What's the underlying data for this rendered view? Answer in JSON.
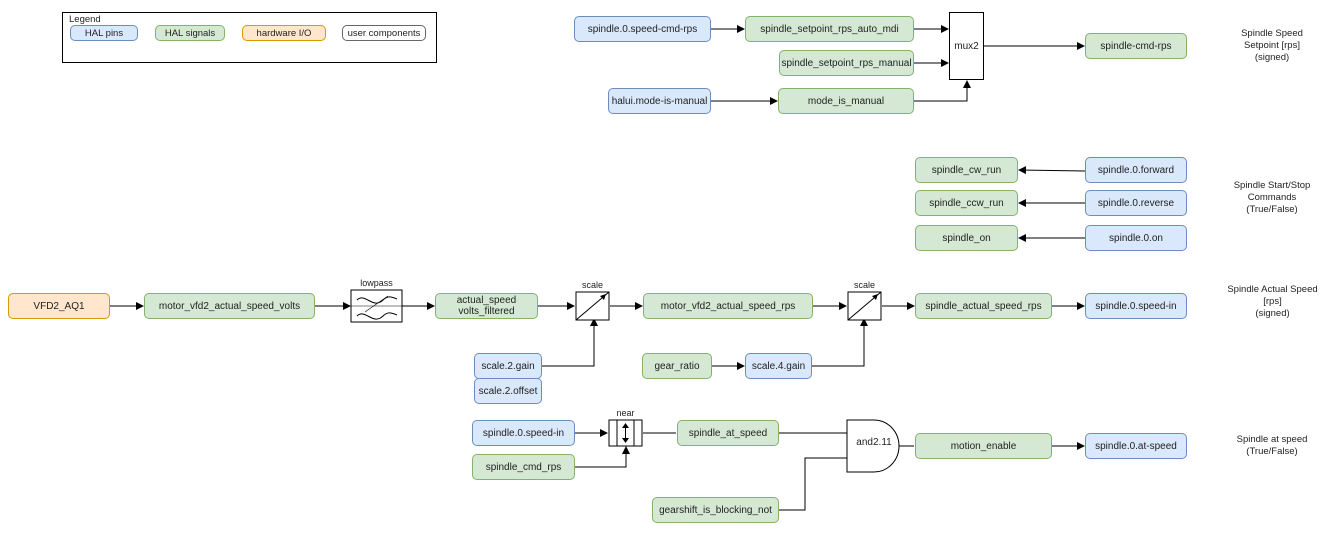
{
  "legend": {
    "title": "Legend",
    "items": [
      {
        "label": "HAL pins",
        "kind": "pin"
      },
      {
        "label": "HAL signals",
        "kind": "sig"
      },
      {
        "label": "hardware I/O",
        "kind": "hw"
      },
      {
        "label": "user components",
        "kind": "user"
      }
    ]
  },
  "nodes": {
    "speed_cmd_rps": "spindle.0.speed-cmd-rps",
    "setpoint_auto_mdi": "spindle_setpoint_rps_auto_mdi",
    "setpoint_manual": "spindle_setpoint_rps_manual",
    "halui_manual": "halui.mode-is-manual",
    "mode_is_manual": "mode_is_manual",
    "spindle_cmd_rps_out": "spindle-cmd-rps",
    "cw_run": "spindle_cw_run",
    "ccw_run": "spindle_ccw_run",
    "spindle_on": "spindle_on",
    "forward": "spindle.0.forward",
    "reverse": "spindle.0.reverse",
    "on": "spindle.0.on",
    "vfd2_aq1": "VFD2_AQ1",
    "motor_volts": "motor_vfd2_actual_speed_volts",
    "volts_filtered_1": "actual_speed",
    "volts_filtered_2": "volts_filtered",
    "motor_rps": "motor_vfd2_actual_speed_rps",
    "actual_speed_rps": "spindle_actual_speed_rps",
    "speed_in": "spindle.0.speed-in",
    "scale2_gain": "scale.2.gain",
    "scale2_offset": "scale.2.offset",
    "gear_ratio": "gear_ratio",
    "scale4_gain": "scale.4.gain",
    "speed_in_2": "spindle.0.speed-in",
    "cmd_rps": "spindle_cmd_rps",
    "at_speed_sig": "spindle_at_speed",
    "gearshift": "gearshift_is_blocking_not",
    "motion_enable": "motion_enable",
    "at_speed_pin": "spindle.0.at-speed"
  },
  "blocks": {
    "mux2": "mux2",
    "lowpass": "lowpass",
    "scale1": "scale",
    "scale2": "scale",
    "near": "near",
    "and2": "and2.11"
  },
  "side_labels": {
    "setpoint": "Spindle Speed\nSetpoint [rps]\n(signed)",
    "startstop": "Spindle Start/Stop\nCommands\n(True/False)",
    "actual": "Spindle Actual Speed\n[rps]\n(signed)",
    "at_speed": "Spindle at speed\n(True/False)"
  },
  "colors": {
    "pin_fill": "#dae8fc",
    "pin_stroke": "#6c8ebf",
    "signal_fill": "#d5e8d4",
    "signal_stroke": "#82b366",
    "hw_fill": "#ffe6cc",
    "hw_stroke": "#d79b00"
  }
}
